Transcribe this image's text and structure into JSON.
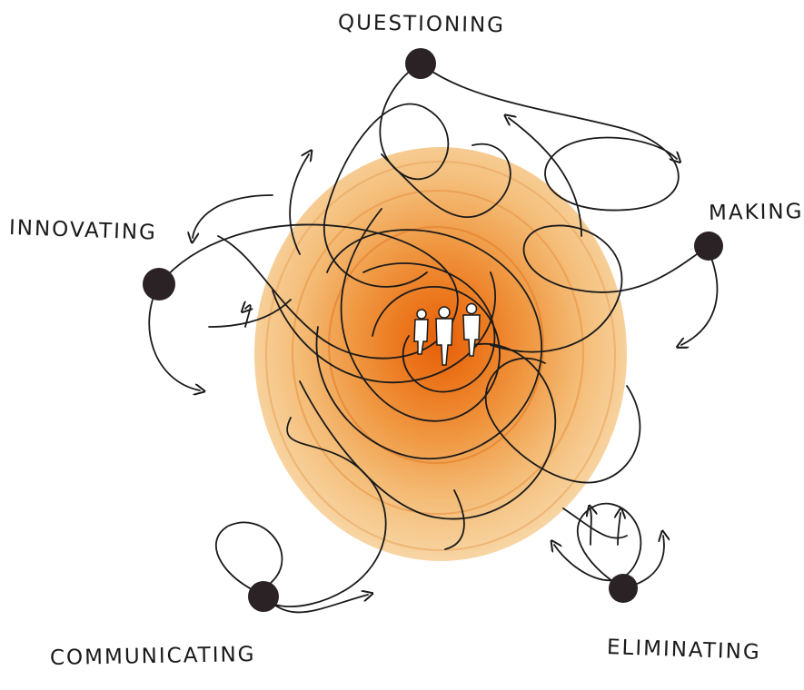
{
  "nodes": [
    {
      "id": "questioning",
      "label": "QUESTIONING"
    },
    {
      "id": "making",
      "label": "MAKING"
    },
    {
      "id": "innovating",
      "label": "INNOVATING"
    },
    {
      "id": "communicating",
      "label": "COMMUNICATING"
    },
    {
      "id": "eliminating",
      "label": "ELIMINATING"
    }
  ],
  "colors": {
    "ink": "#1a1a1a",
    "circle_outer": "#f6cf94",
    "circle_mid": "#f1a656",
    "circle_core": "#e9670f",
    "node_fill": "#2a2224",
    "figures": "#ffffff"
  }
}
